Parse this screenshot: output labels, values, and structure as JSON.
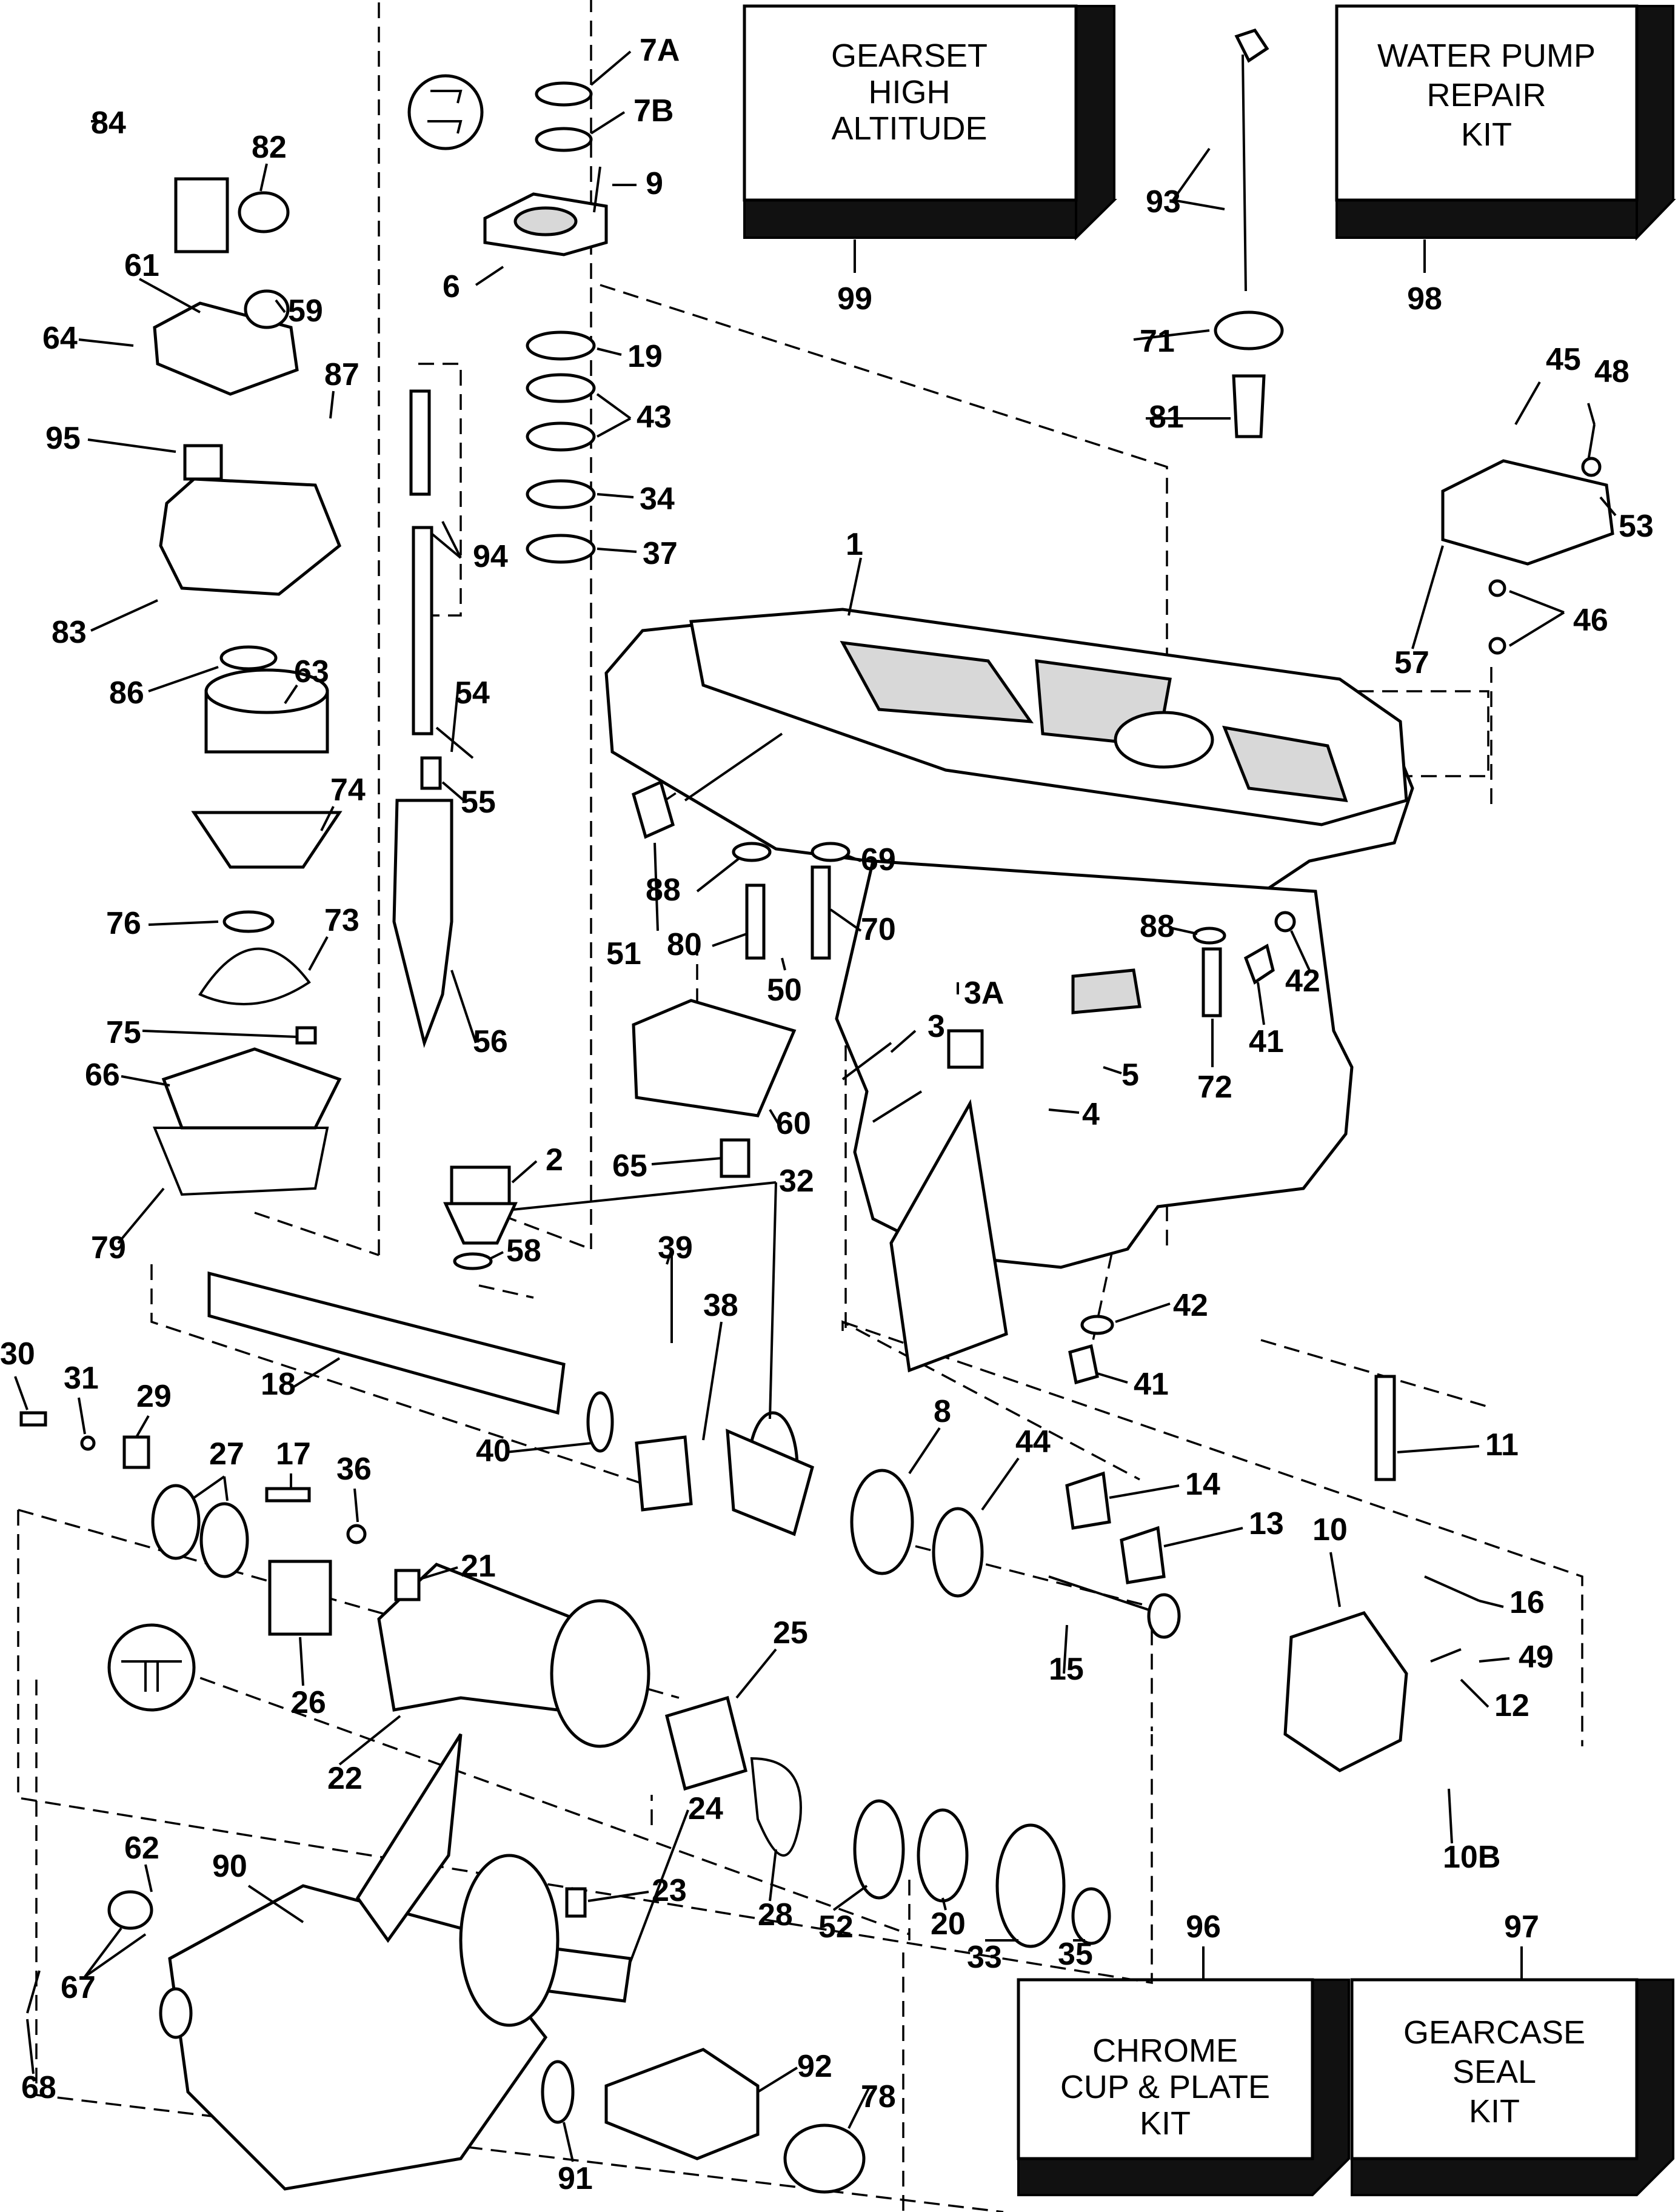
{
  "kits": {
    "gearset": [
      "GEARSET",
      "HIGH",
      "ALTITUDE"
    ],
    "gearset_num": "99",
    "water_pump": [
      "WATER PUMP",
      "REPAIR",
      "KIT"
    ],
    "water_pump_num": "98",
    "chrome": [
      "CHROME",
      "CUP & PLATE",
      "KIT"
    ],
    "chrome_num": "96",
    "gearcase": [
      "GEARCASE",
      "SEAL",
      "KIT"
    ],
    "gearcase_num": "97"
  },
  "callouts": [
    "1",
    "2",
    "3",
    "3A",
    "4",
    "5",
    "6",
    "7A",
    "7B",
    "8",
    "9",
    "10",
    "10B",
    "11",
    "12",
    "13",
    "14",
    "15",
    "16",
    "17",
    "18",
    "19",
    "20",
    "21",
    "22",
    "23",
    "24",
    "25",
    "26",
    "27",
    "28",
    "29",
    "30",
    "31",
    "32",
    "33",
    "34",
    "35",
    "36",
    "37",
    "38",
    "39",
    "40",
    "41",
    "41",
    "42",
    "42",
    "43",
    "44",
    "45",
    "46",
    "48",
    "49",
    "50",
    "51",
    "52",
    "53",
    "54",
    "55",
    "56",
    "57",
    "58",
    "59",
    "60",
    "61",
    "62",
    "63",
    "64",
    "65",
    "66",
    "67",
    "68",
    "69",
    "70",
    "71",
    "72",
    "73",
    "74",
    "75",
    "76",
    "78",
    "79",
    "80",
    "81",
    "82",
    "83",
    "84",
    "86",
    "87",
    "88",
    "88",
    "90",
    "91",
    "92",
    "93",
    "94",
    "95"
  ]
}
